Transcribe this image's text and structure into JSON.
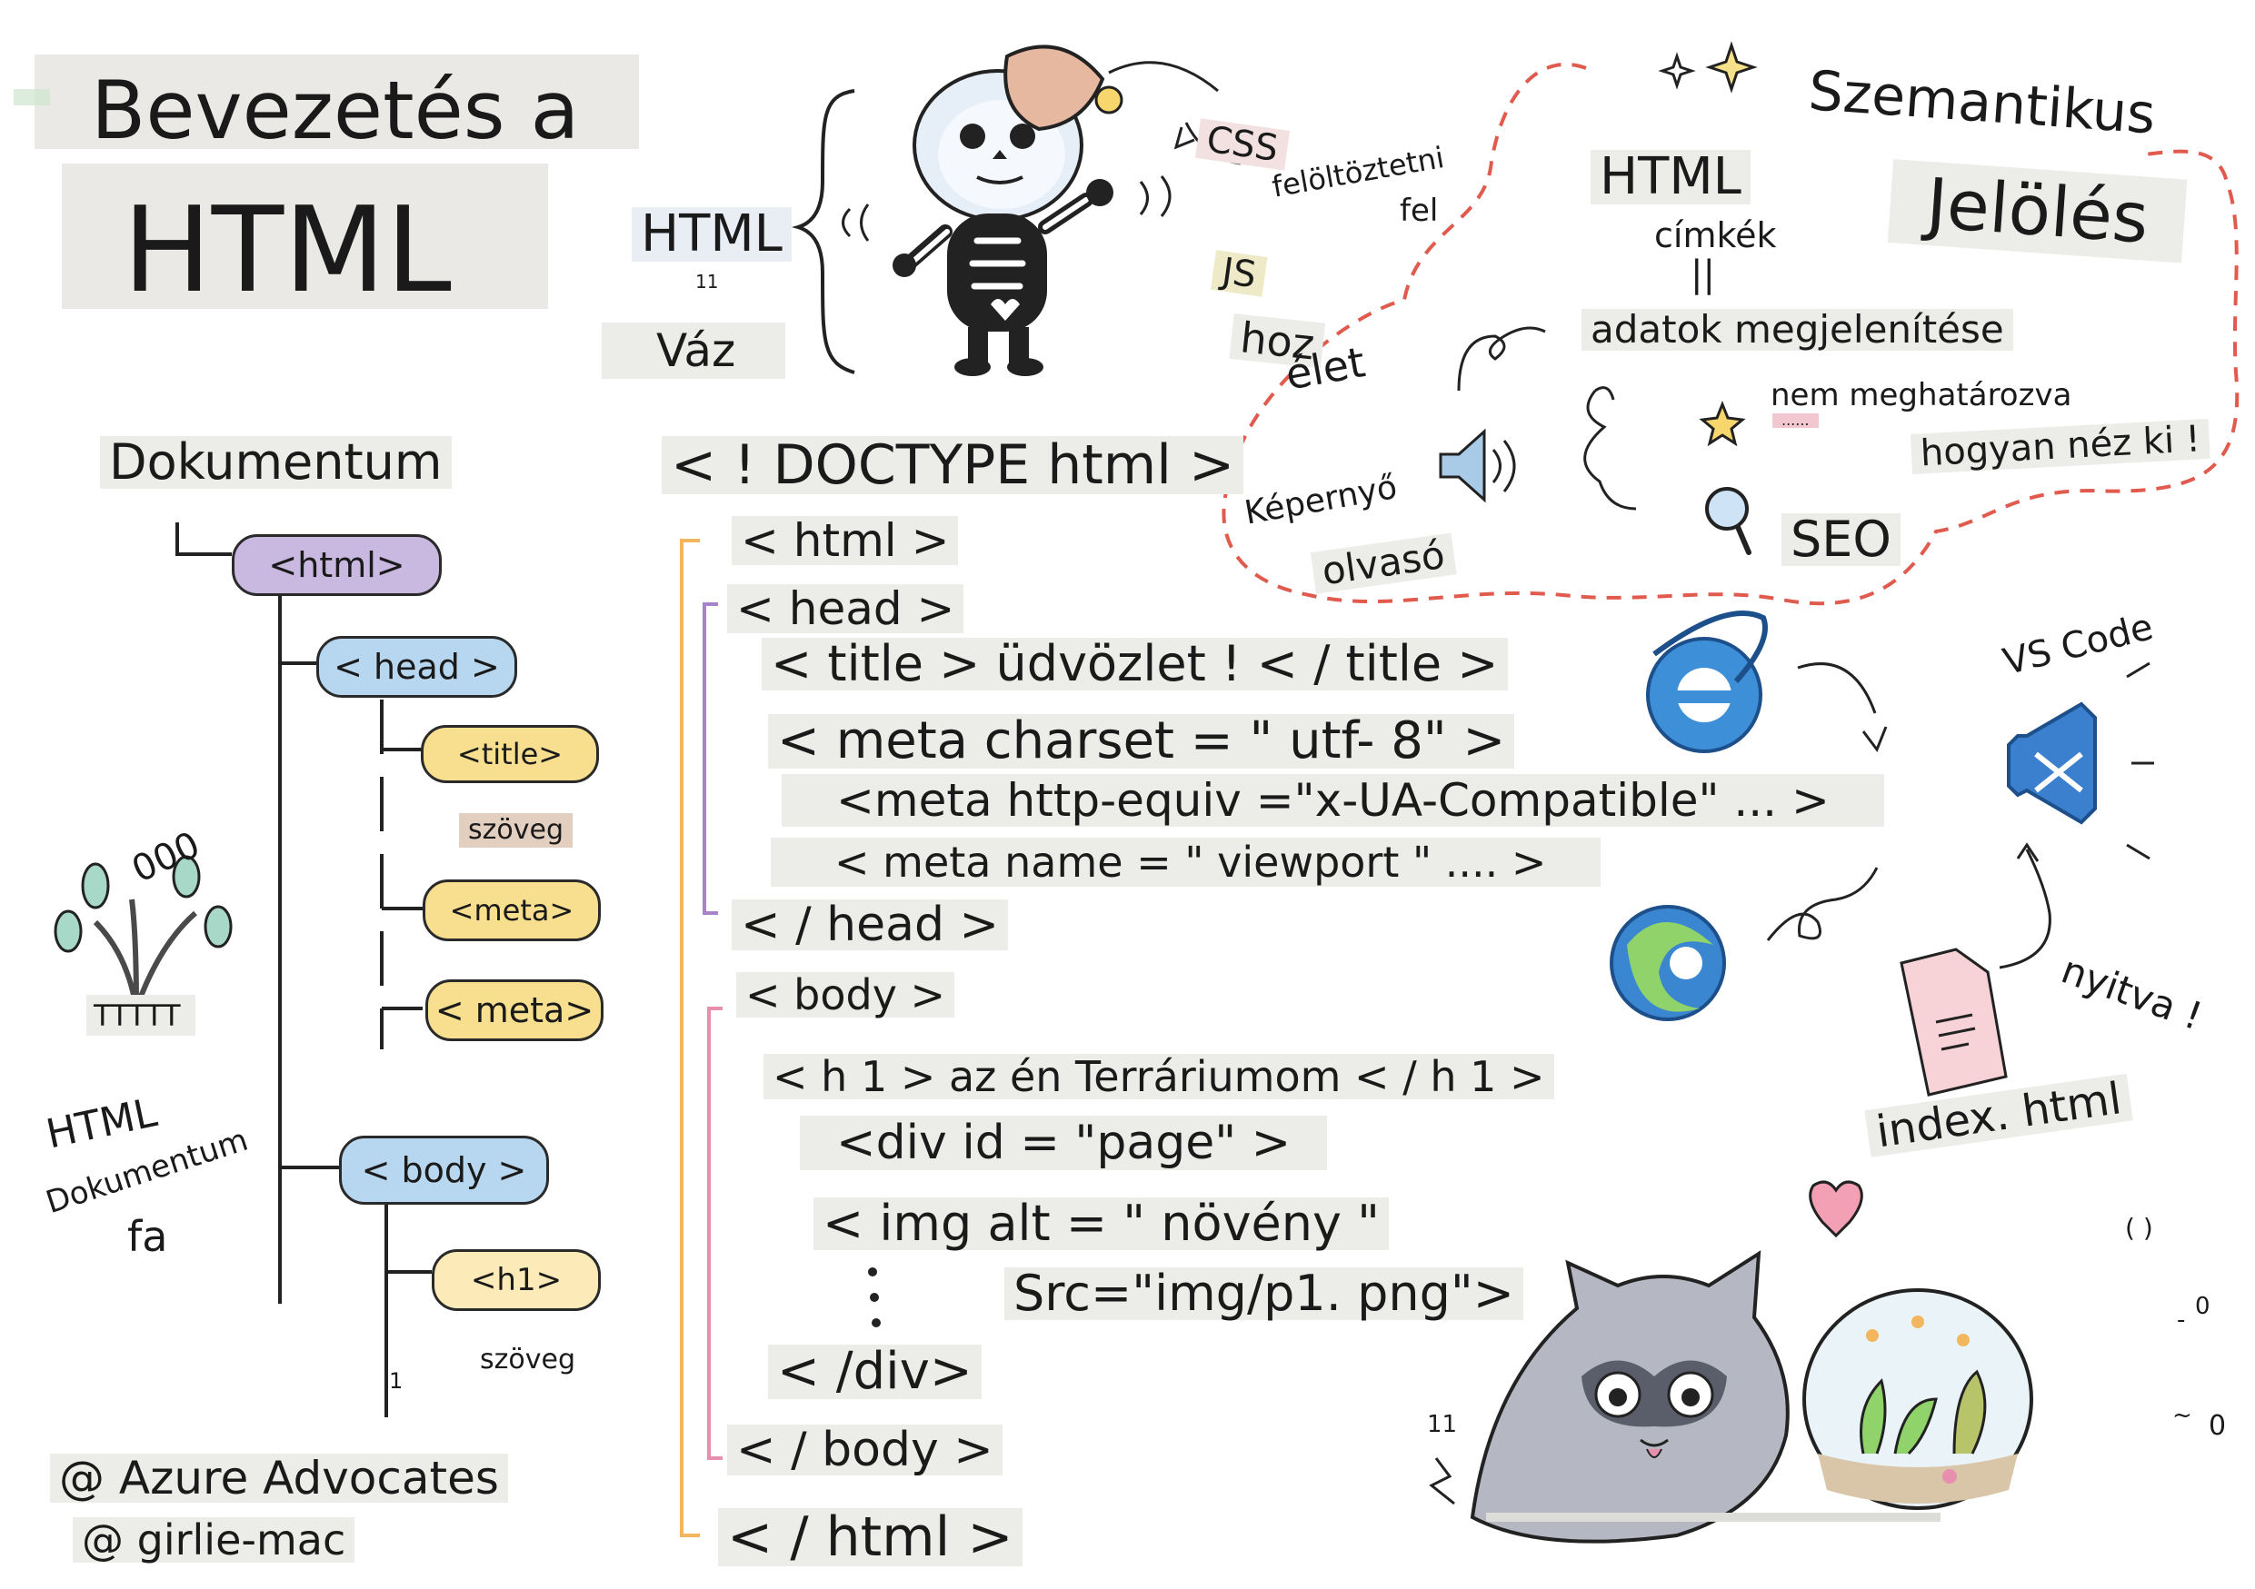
{
  "title": {
    "line1": "Bevezetés a",
    "line2": "HTML"
  },
  "skeleton": {
    "html_label": "HTML",
    "num": "11",
    "vaz": "Váz",
    "css": "CSS",
    "css_desc1": "felöltöztetni",
    "css_desc2": "fel",
    "js": "JS",
    "js_desc1": "hoz",
    "js_desc2": "élet"
  },
  "semantic": {
    "title1": "Szemantikus",
    "title2": "Jelölés",
    "html_tags1": "HTML",
    "html_tags2": "címkék",
    "equals": "||",
    "data_display": "adatok megjelenítése",
    "undefined": "nem meghatározva",
    "dots": "......",
    "how_looks": "hogyan néz ki !",
    "screen1": "Képernyő",
    "screen2": "olvasó",
    "seo": "SEO"
  },
  "tree": {
    "root": "Dokumentum",
    "html": "<html>",
    "head": "< head >",
    "title": "<title>",
    "title_text": "szöveg",
    "meta1": "<meta>",
    "meta2": "< meta>",
    "body": "< body >",
    "h1": "<h1>",
    "h1_text": "szöveg",
    "one": "1"
  },
  "plant": {
    "ooo": "000",
    "pot": "TTTTT",
    "label1": "HTML",
    "label2": "Dokumentum",
    "label3": "fa"
  },
  "credits": {
    "azure": "@ Azure Advocates",
    "girlie": "@ girlie-mac"
  },
  "code": {
    "doctype": "< ! DOCTYPE html >",
    "html_open": "< html >",
    "head_open": "< head >",
    "title_line": "< title > üdvözlet ! < / title >",
    "meta_charset": "< meta charset = \" utf- 8\" >",
    "meta_http": "<meta http-equiv =\"x-UA-Compatible\" ... >",
    "meta_viewport": "< meta name = \" viewport \" .... >",
    "head_close": "< / head >",
    "body_open": "< body >",
    "h1_line": "< h 1 > az én Terráriumom < / h 1 >",
    "div_open": "<div id = \"page\" >",
    "img_line": "< img alt = \" növény \"",
    "img_src": "Src=\"img/p1. png\">",
    "div_close": "< /div>",
    "body_close": "< / body >",
    "html_close": "< / html >"
  },
  "tools": {
    "vscode": "VS Code",
    "opened": "nyitva !",
    "file": "index. html"
  },
  "raccoon": {
    "num": "11",
    "c1": "( )",
    "c2": "0",
    "c3": "~",
    "c4": "0",
    "c5": "-"
  },
  "colors": {
    "purple": "#c9b8e0",
    "blue": "#b7d6ef",
    "yellow": "#f7df8f",
    "tan": "#e3cfc0",
    "orange_line": "#f2b65e",
    "purple_line": "#a783c9",
    "pink_line": "#e88fb0",
    "red_dash": "#e05a4e"
  }
}
